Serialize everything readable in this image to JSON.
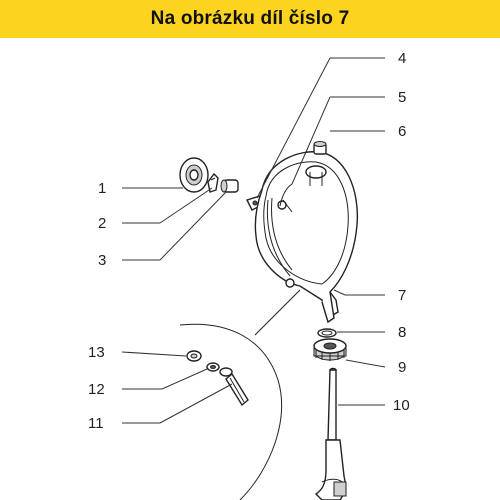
{
  "header": {
    "title": "Na obrázku díl číslo 7",
    "background": "#fcd41f"
  },
  "diagram": {
    "callouts": [
      {
        "id": "1",
        "label": "1"
      },
      {
        "id": "2",
        "label": "2"
      },
      {
        "id": "3",
        "label": "3"
      },
      {
        "id": "4",
        "label": "4"
      },
      {
        "id": "5",
        "label": "5"
      },
      {
        "id": "6",
        "label": "6"
      },
      {
        "id": "7",
        "label": "7"
      },
      {
        "id": "8",
        "label": "8"
      },
      {
        "id": "9",
        "label": "9"
      },
      {
        "id": "10",
        "label": "10"
      },
      {
        "id": "11",
        "label": "11"
      },
      {
        "id": "12",
        "label": "12"
      },
      {
        "id": "13",
        "label": "13"
      }
    ]
  }
}
